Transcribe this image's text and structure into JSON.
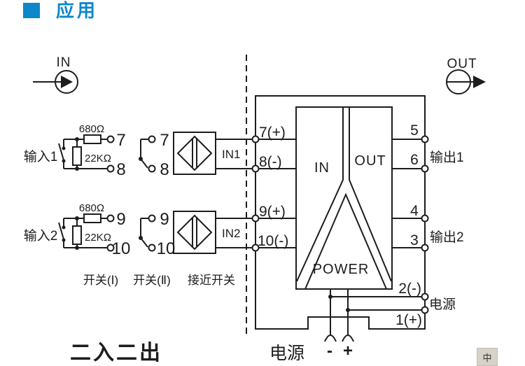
{
  "header": {
    "title": "应用",
    "accent_color": "#0e86cc"
  },
  "flow": {
    "in": "IN",
    "out": "OUT"
  },
  "inputs": {
    "input1": "输入1",
    "input2": "输入2",
    "r_series": "680Ω",
    "r_parallel": "22KΩ",
    "t7": "7",
    "t8": "8",
    "t9": "9",
    "t10": "10",
    "sensor1": "IN1",
    "sensor2": "IN2",
    "switch1_caption": "开关(Ⅰ)",
    "switch2_caption": "开关(Ⅱ)",
    "proximity_caption": "接近开关"
  },
  "module": {
    "t7": "7(+)",
    "t8": "8(-)",
    "t9": "9(+)",
    "t10": "10(-)",
    "t5": "5",
    "t6": "6",
    "t4": "4",
    "t3": "3",
    "t2": "2(-)",
    "t1": "1(+)",
    "in": "IN",
    "out": "OUT",
    "power": "POWER"
  },
  "outputs": {
    "output1": "输出1",
    "output2": "输出2",
    "power_label": "电源"
  },
  "power": {
    "label": "电源",
    "minus": "-",
    "plus": "+"
  },
  "footer": {
    "mode": "二入二出"
  },
  "badge": {
    "text": "中"
  },
  "colors": {
    "line": "#1d1d1d",
    "badge_bg": "#d6d2c8"
  }
}
